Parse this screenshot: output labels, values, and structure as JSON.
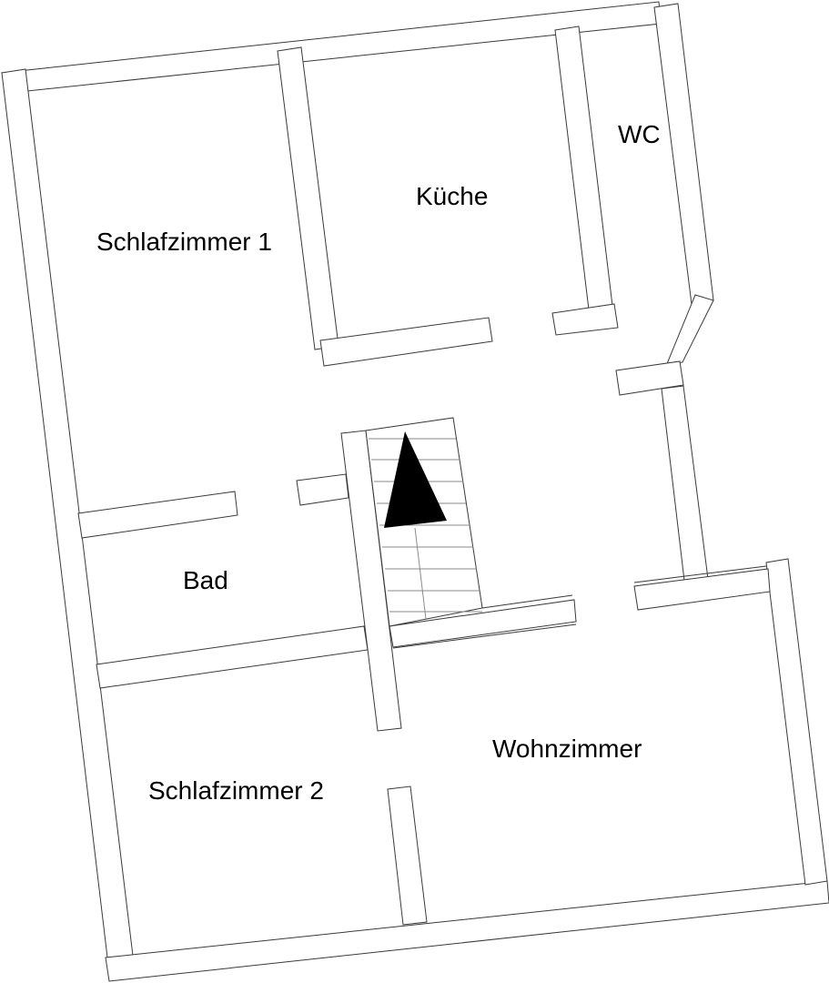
{
  "plan": {
    "title": "",
    "rotation_deg": 8,
    "colors": {
      "wall_stroke": "#3a3a3a",
      "background": "#ffffff",
      "text": "#000000",
      "stair_arrow": "#000000"
    }
  },
  "rooms": [
    {
      "id": "schlafzimmer-1",
      "label": "Schlafzimmer 1"
    },
    {
      "id": "kueche",
      "label": "Küche"
    },
    {
      "id": "wc",
      "label": "WC"
    },
    {
      "id": "bad",
      "label": "Bad"
    },
    {
      "id": "schlafzimmer-2",
      "label": "Schlafzimmer 2"
    },
    {
      "id": "wohnzimmer",
      "label": "Wohnzimmer"
    }
  ],
  "stairs": {
    "direction_icon": "up-arrow-triangle",
    "treads": 11
  }
}
